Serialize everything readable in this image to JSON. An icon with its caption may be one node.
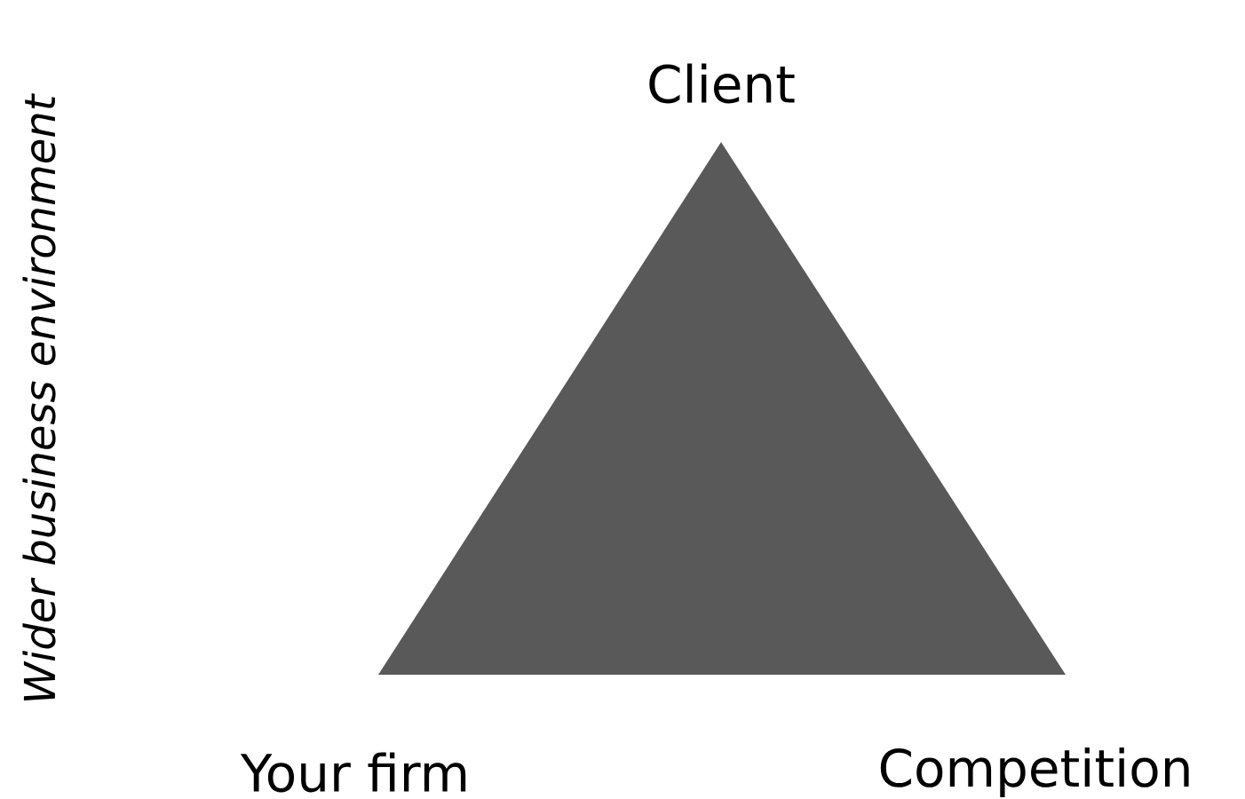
{
  "diagram": {
    "labels": [
      "Wider business environment",
      "Client",
      "Your firm",
      "Competition"
    ]
  }
}
